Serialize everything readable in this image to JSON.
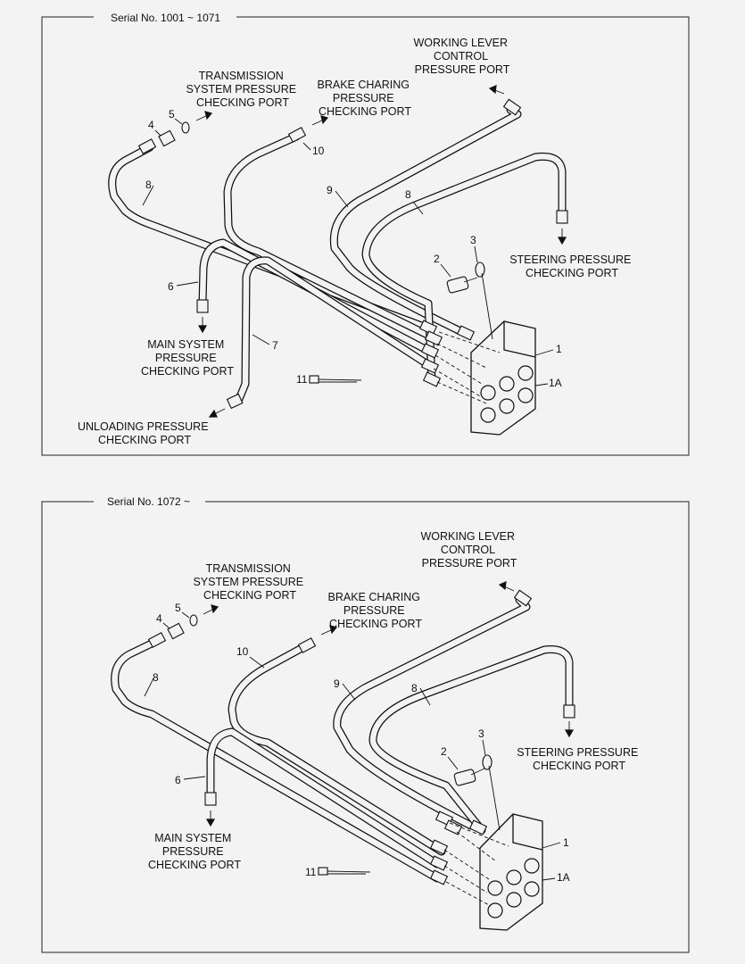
{
  "panels": [
    {
      "serial": "Serial No. 1001 ~ 1071",
      "callouts": {
        "working_lever": [
          "WORKING LEVER",
          "CONTROL",
          "PRESSURE PORT"
        ],
        "transmission": [
          "TRANSMISSION",
          "SYSTEM PRESSURE",
          "CHECKING PORT"
        ],
        "brake": [
          "BRAKE CHARING",
          "PRESSURE",
          "CHECKING PORT"
        ],
        "steering": [
          "STEERING PRESSURE",
          "CHECKING PORT"
        ],
        "main_system": [
          "MAIN SYSTEM",
          "PRESSURE",
          "CHECKING PORT"
        ],
        "unloading": [
          "UNLOADING PRESSURE",
          "CHECKING PORT"
        ]
      },
      "parts": {
        "p1": "1",
        "p1a": "1A",
        "p2": "2",
        "p3": "3",
        "p4": "4",
        "p5": "5",
        "p6": "6",
        "p7": "7",
        "p8a": "8",
        "p8b": "8",
        "p9": "9",
        "p10": "10",
        "p11": "11"
      }
    },
    {
      "serial": "Serial No. 1072 ~",
      "callouts": {
        "working_lever": [
          "WORKING LEVER",
          "CONTROL",
          "PRESSURE PORT"
        ],
        "transmission": [
          "TRANSMISSION",
          "SYSTEM PRESSURE",
          "CHECKING PORT"
        ],
        "brake": [
          "BRAKE CHARING",
          "PRESSURE",
          "CHECKING PORT"
        ],
        "steering": [
          "STEERING PRESSURE",
          "CHECKING PORT"
        ],
        "main_system": [
          "MAIN SYSTEM",
          "PRESSURE",
          "CHECKING PORT"
        ]
      },
      "parts": {
        "p1": "1",
        "p1a": "1A",
        "p2": "2",
        "p3": "3",
        "p4": "4",
        "p5": "5",
        "p6": "6",
        "p8a": "8",
        "p8b": "8",
        "p9": "9",
        "p10": "10",
        "p11": "11"
      }
    }
  ]
}
